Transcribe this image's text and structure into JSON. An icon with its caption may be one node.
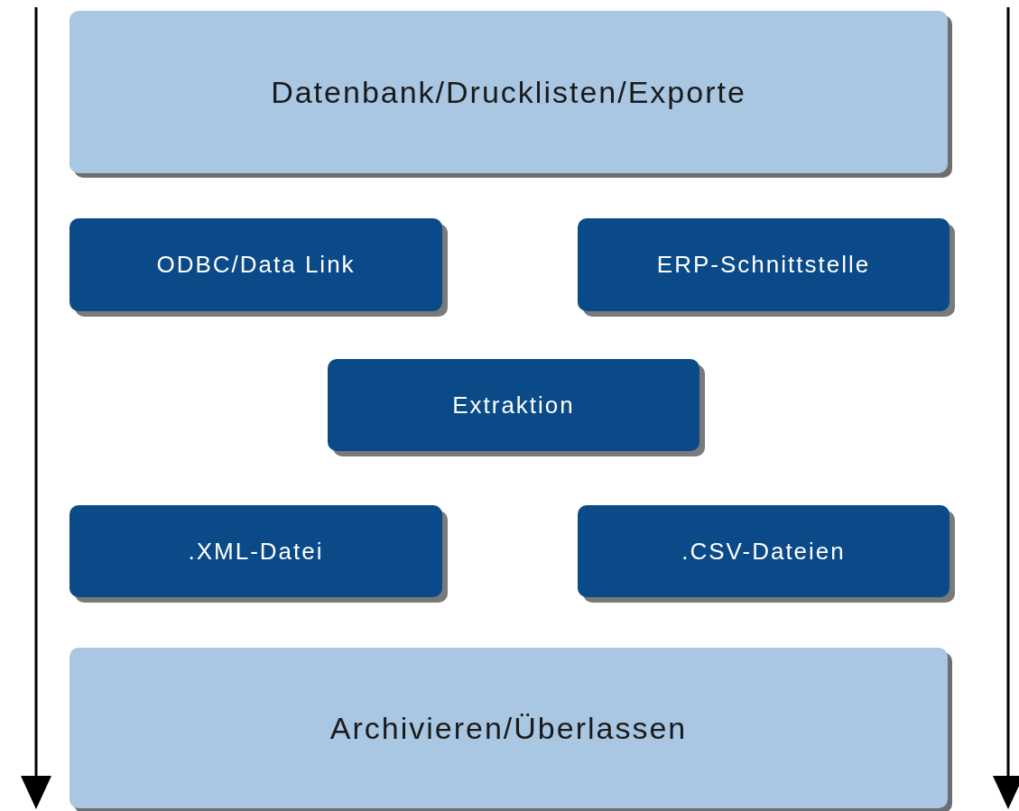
{
  "diagram": {
    "nodes": [
      {
        "text": [
          "Datenbank/Drucklisten/Exporte"
        ]
      },
      {
        "text": [
          "ODBC/Data Link"
        ]
      },
      {
        "text": [
          "ERP-Schnittstelle"
        ]
      },
      {
        "text": [
          "Extraktion"
        ]
      },
      {
        "text": [
          ".XML-Datei"
        ]
      },
      {
        "text": [
          ".CSV-Dateien"
        ]
      },
      {
        "text": [
          "Archivieren/Überlassen"
        ]
      }
    ]
  }
}
